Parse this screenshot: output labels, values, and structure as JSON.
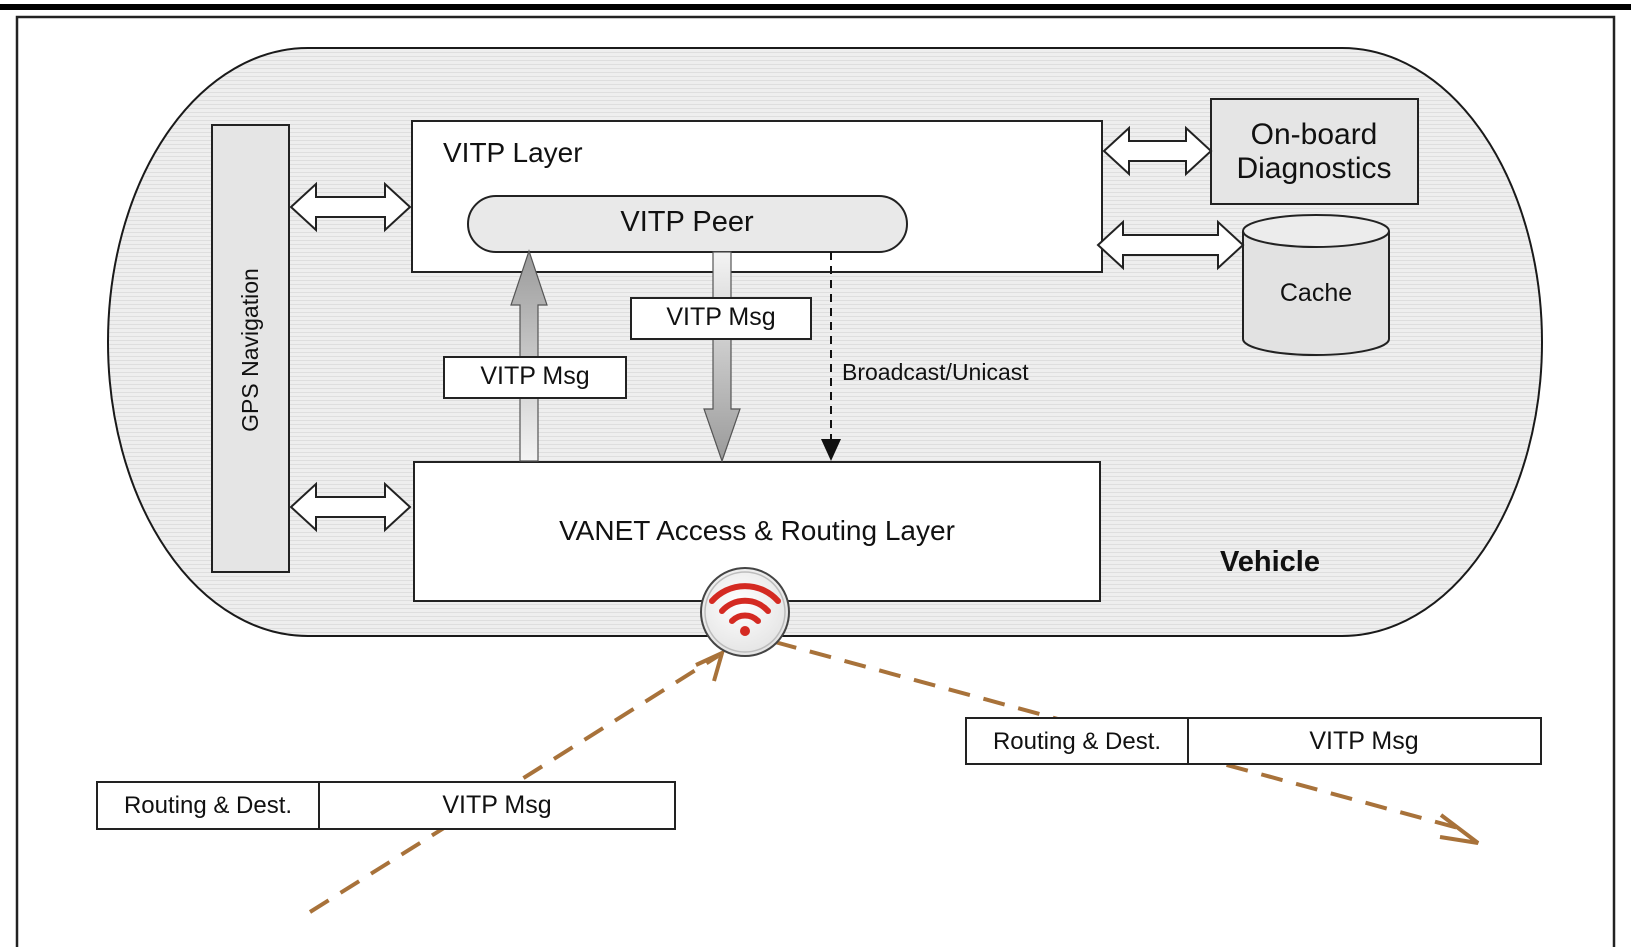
{
  "diagram": {
    "vehicle_label": "Vehicle",
    "gps_label": "GPS Navigation",
    "vitp_layer_label": "VITP Layer",
    "vitp_peer_label": "VITP Peer",
    "vanet_layer_label": "VANET Access & Routing Layer",
    "onboard_line1": "On-board",
    "onboard_line2": "Diagnostics",
    "cache_label": "Cache",
    "msg_up_label": "VITP Msg",
    "msg_down_label": "VITP Msg",
    "broadcast_label": "Broadcast/Unicast",
    "packet_in": {
      "header": "Routing & Dest.",
      "body": "VITP Msg"
    },
    "packet_out": {
      "header": "Routing & Dest.",
      "body": "VITP Msg"
    }
  },
  "colors": {
    "vehicle_fill": "#ececec",
    "gray_box": "#e5e5e5",
    "signal_path": "#a8723a",
    "wifi": "#d42a22",
    "arrow_gray": "#a9a9a9"
  }
}
